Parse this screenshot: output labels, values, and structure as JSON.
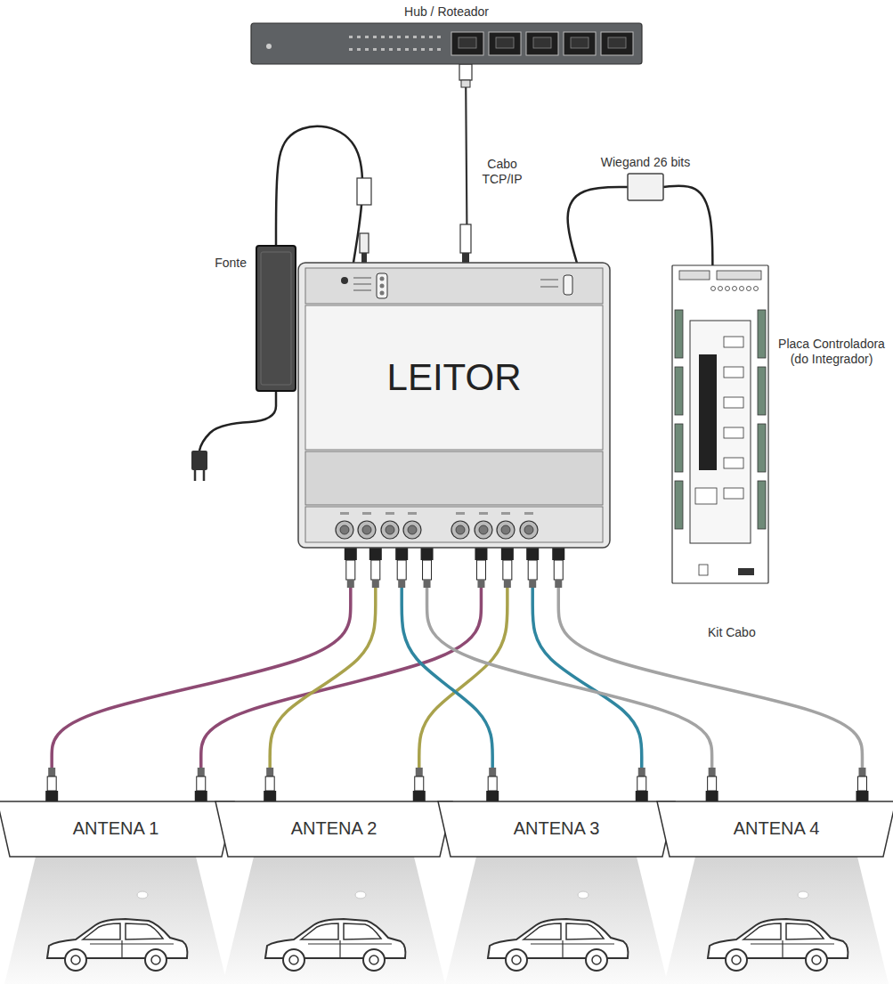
{
  "diagram": {
    "nodes": [
      {
        "text": [
          "Hub / Roteador"
        ]
      },
      {
        "text": [
          "Wiegand 26 bits"
        ]
      },
      {
        "text": [
          "Fonte"
        ]
      },
      {
        "text": [
          "LEITOR"
        ]
      },
      {
        "text": [
          "Placa Controladora (do Integrador)"
        ]
      },
      {
        "text": [
          "ANTENA 1"
        ]
      },
      {
        "text": [
          "ANTENA 2"
        ]
      },
      {
        "text": [
          "ANTENA 3"
        ]
      },
      {
        "text": [
          "ANTENA 4"
        ]
      }
    ],
    "edges": [
      {
        "from": 0,
        "to": 3,
        "label": "Cabo TCP/IP",
        "arrow": "none"
      },
      {
        "from": 2,
        "to": 3,
        "arrow": "none"
      },
      {
        "from": 3,
        "to": 1,
        "arrow": "none"
      },
      {
        "from": 1,
        "to": 4,
        "arrow": "none"
      },
      {
        "from": 3,
        "to": 5,
        "arrow": "none"
      },
      {
        "from": 3,
        "to": 5,
        "arrow": "none"
      },
      {
        "from": 3,
        "to": 6,
        "arrow": "none"
      },
      {
        "from": 3,
        "to": 6,
        "arrow": "none"
      },
      {
        "from": 3,
        "to": 7,
        "arrow": "none"
      },
      {
        "from": 3,
        "to": 7,
        "arrow": "none"
      },
      {
        "from": 3,
        "to": 8,
        "arrow": "none"
      },
      {
        "from": 3,
        "to": 8,
        "arrow": "none"
      }
    ],
    "labels": [
      "Kit Cabo"
    ]
  }
}
